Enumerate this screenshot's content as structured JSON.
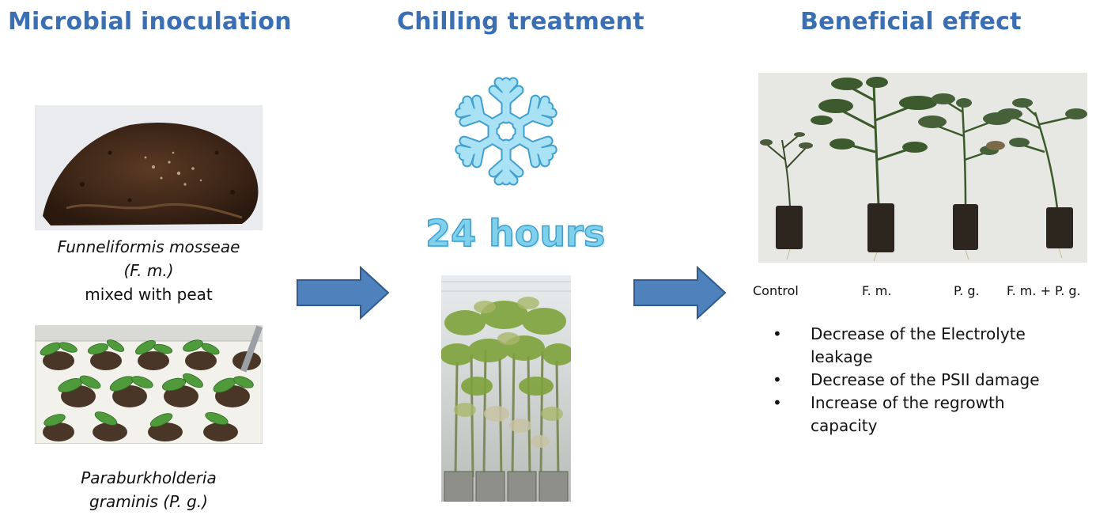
{
  "headings": {
    "inoculation": "Microbial inoculation",
    "chilling": "Chilling treatment",
    "effect": "Beneficial effect"
  },
  "inoculation": {
    "fm_species": "Funneliformis mosseae",
    "fm_abbrev": "(F. m.)",
    "fm_note": "mixed with peat",
    "pg_species_line1": "Paraburkholderia",
    "pg_species_line2": "graminis (P. g.)"
  },
  "chilling": {
    "duration": "24 hours",
    "icon": "snowflake-icon"
  },
  "effect": {
    "plant_labels": [
      "Control",
      "F. m.",
      "P. g.",
      "F. m. + P. g."
    ],
    "bullets": [
      {
        "line1": "Decrease of the Electrolyte",
        "line2": "leakage"
      },
      {
        "line1": "Decrease of the PSII damage",
        "line2": ""
      },
      {
        "line1": "Increase of  the regrowth",
        "line2": "capacity"
      }
    ],
    "bullet_symbol": "•"
  },
  "colors": {
    "heading": "#3a6fb3",
    "arrow_fill": "#4f81bd",
    "arrow_stroke": "#2f5b8f",
    "snowflake": "#8fd3ee"
  }
}
